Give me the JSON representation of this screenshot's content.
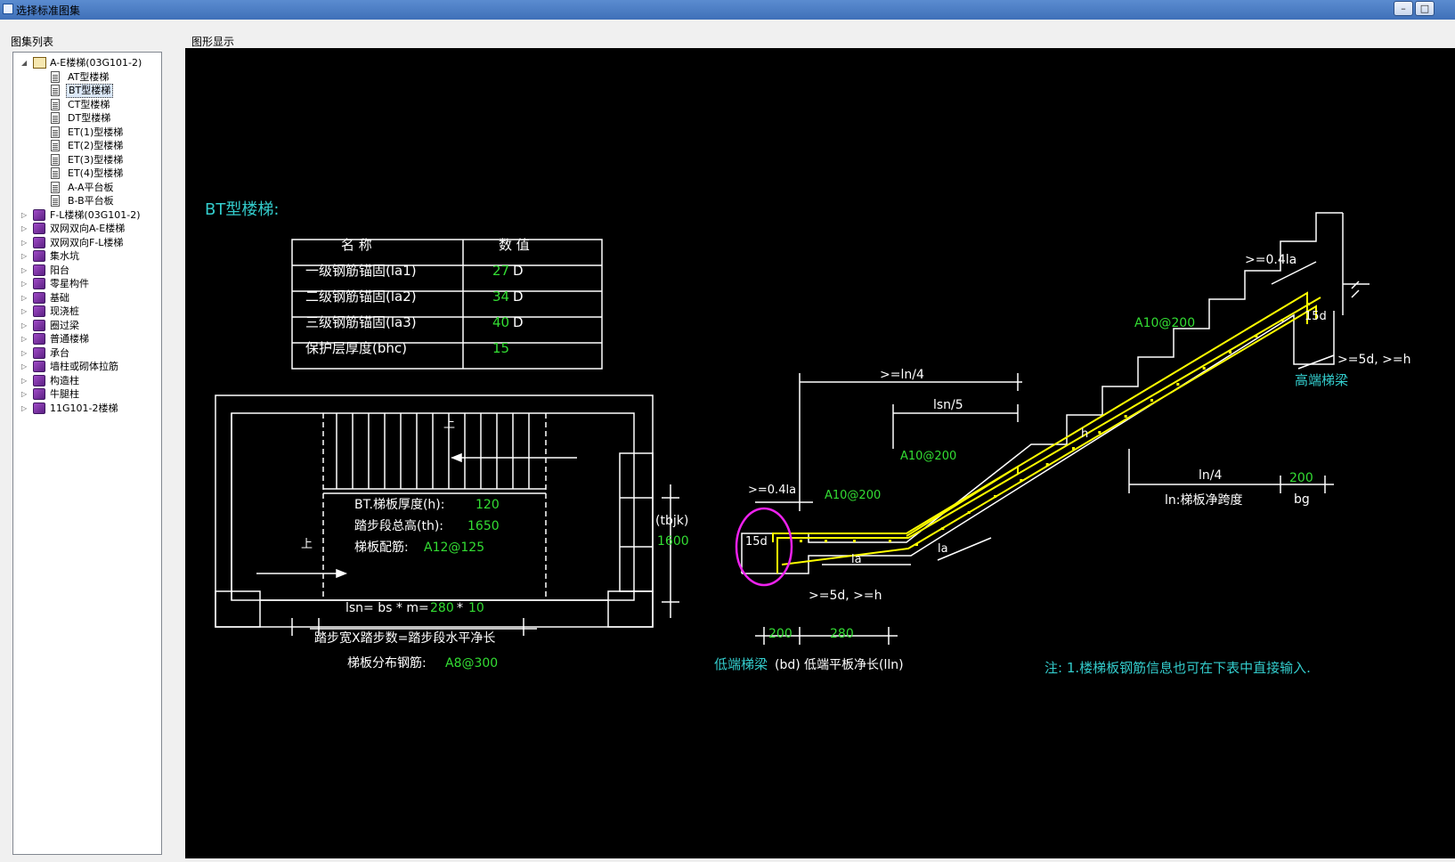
{
  "window": {
    "title": "选择标准图集"
  },
  "left_panel": {
    "label": "图集列表",
    "items": [
      {
        "label": "A-E楼梯(03G101-2)",
        "icon": "open-book-icon",
        "expanded": true,
        "level": 0
      },
      {
        "label": "AT型楼梯",
        "icon": "document-icon",
        "level": 1
      },
      {
        "label": "BT型楼梯",
        "icon": "document-icon",
        "level": 1,
        "selected": true
      },
      {
        "label": "CT型楼梯",
        "icon": "document-icon",
        "level": 1
      },
      {
        "label": "DT型楼梯",
        "icon": "document-icon",
        "level": 1
      },
      {
        "label": "ET(1)型楼梯",
        "icon": "document-icon",
        "level": 1
      },
      {
        "label": "ET(2)型楼梯",
        "icon": "document-icon",
        "level": 1
      },
      {
        "label": "ET(3)型楼梯",
        "icon": "document-icon",
        "level": 1
      },
      {
        "label": "ET(4)型楼梯",
        "icon": "document-icon",
        "level": 1
      },
      {
        "label": "A-A平台板",
        "icon": "document-icon",
        "level": 1
      },
      {
        "label": "B-B平台板",
        "icon": "document-icon",
        "level": 1
      },
      {
        "label": "F-L楼梯(03G101-2)",
        "icon": "book-icon",
        "level": 0
      },
      {
        "label": "双网双向A-E楼梯",
        "icon": "book-icon",
        "level": 0
      },
      {
        "label": "双网双向F-L楼梯",
        "icon": "book-icon",
        "level": 0
      },
      {
        "label": "集水坑",
        "icon": "book-icon",
        "level": 0
      },
      {
        "label": "阳台",
        "icon": "book-icon",
        "level": 0
      },
      {
        "label": "零星构件",
        "icon": "book-icon",
        "level": 0
      },
      {
        "label": "基础",
        "icon": "book-icon",
        "level": 0
      },
      {
        "label": "现浇桩",
        "icon": "book-icon",
        "level": 0
      },
      {
        "label": "圈过梁",
        "icon": "book-icon",
        "level": 0
      },
      {
        "label": "普通楼梯",
        "icon": "book-icon",
        "level": 0
      },
      {
        "label": "承台",
        "icon": "book-icon",
        "level": 0
      },
      {
        "label": "墙柱或砌体拉筋",
        "icon": "book-icon",
        "level": 0
      },
      {
        "label": "构造柱",
        "icon": "book-icon",
        "level": 0
      },
      {
        "label": "牛腿柱",
        "icon": "book-icon",
        "level": 0
      },
      {
        "label": "11G101-2楼梯",
        "icon": "book-icon",
        "level": 0
      }
    ]
  },
  "right_panel": {
    "label": "图形显示"
  },
  "drawing": {
    "title": "BT型楼梯:",
    "table": {
      "headers": [
        "名  称",
        "数  值"
      ],
      "rows": [
        {
          "name": "一级钢筋锚固(la1)",
          "value": "27",
          "unit": "D"
        },
        {
          "name": "二级钢筋锚固(la2)",
          "value": "34",
          "unit": "D"
        },
        {
          "name": "三级钢筋锚固(la3)",
          "value": "40",
          "unit": "D"
        },
        {
          "name": "保护层厚度(bhc)",
          "value": "15",
          "unit": ""
        }
      ]
    },
    "plan": {
      "thickness_label": "BT.梯板厚度(h):",
      "thickness_value": "120",
      "height_label": "踏步段总高(th):",
      "height_value": "1650",
      "rebar_label": "梯板配筋:",
      "rebar_value": "A12@125",
      "up_label": "上",
      "side_label": "(tbjk)",
      "side_value": "1600",
      "lsn_label": "lsn= bs * m=",
      "lsn_bs": "280",
      "lsn_star": "*",
      "lsn_m": "10",
      "formula": "踏步宽X踏步数=踏步段水平净长",
      "dist_label": "梯板分布钢筋:",
      "dist_value": "A8@300"
    },
    "section": {
      "top_anchor": ">=0.4la",
      "high_rebar": "A10@200",
      "high_hook": "15d",
      "high_end_dim": ">=5d, >=h",
      "high_beam": "高端梯梁",
      "ln4_top": ">=ln/4",
      "lsn5": "lsn/5",
      "mid_rebar": "A10@200",
      "h_label": "h",
      "low_anchor": ">=0.4la",
      "low_rebar": "A10@200",
      "low_hook": "15d",
      "la1": "la",
      "la2": "la",
      "low_end_dim": ">=5d, >=h",
      "ln4_right": "ln/4",
      "bg_value": "200",
      "bg_label": "bg",
      "ln_label": "ln:梯板净跨度",
      "bd_value": "200",
      "lln_value": "280",
      "low_beam": "低端梯梁",
      "low_beam_suffix": "(bd)",
      "low_plate": "低端平板净长(lln)"
    },
    "note": "注: 1.楼梯板钢筋信息也可在下表中直接输入.",
    "colors": {
      "line": "#ffffff",
      "value": "#33dd33",
      "rebar": "#ffff00",
      "cyan": "#33cccc",
      "circle": "#ee22ee"
    }
  }
}
